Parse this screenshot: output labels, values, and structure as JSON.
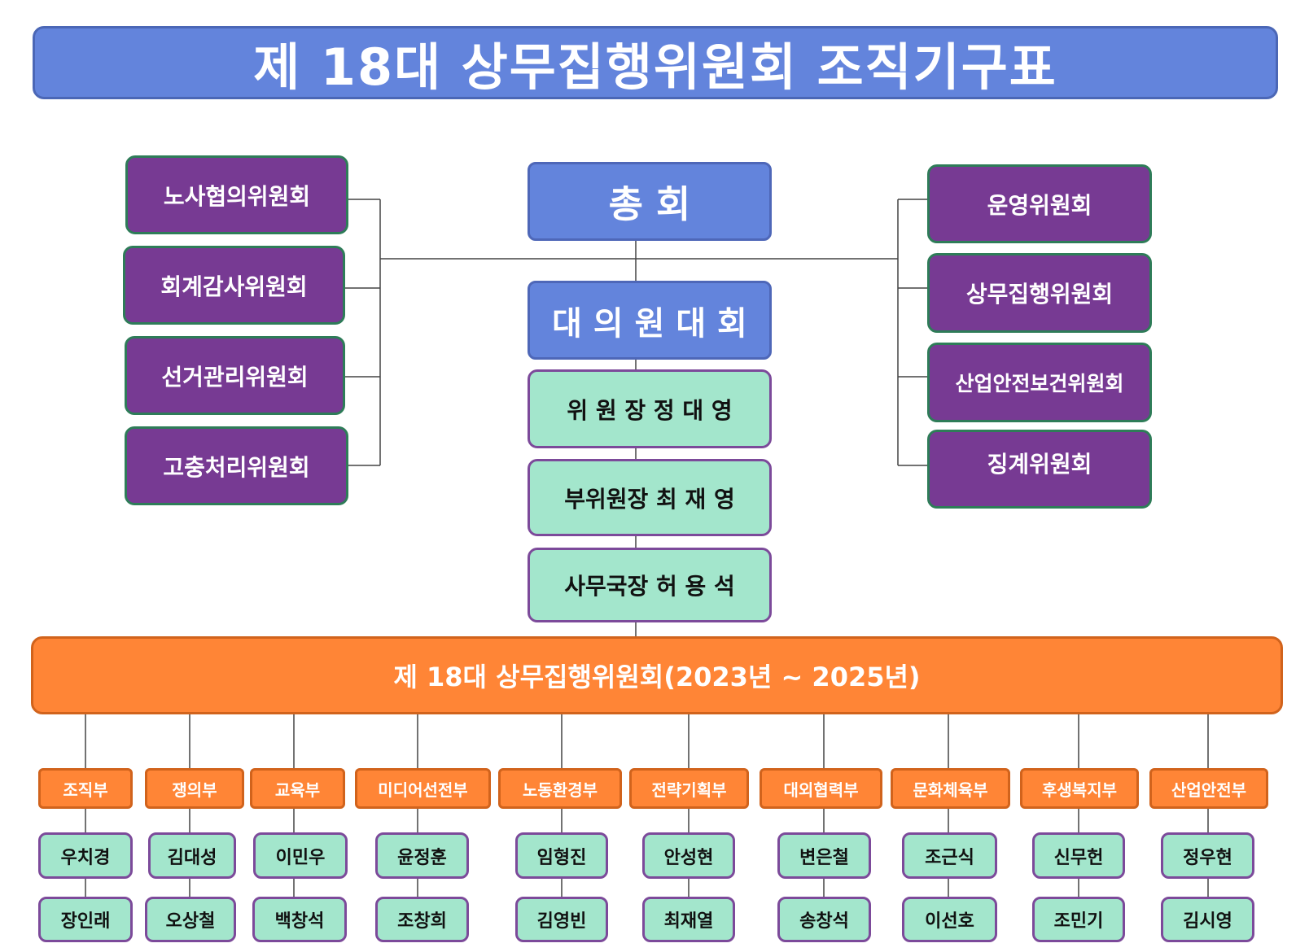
{
  "title": "제 18대 상무집행위원회 조직기구표",
  "central": {
    "general_assembly": "총 회",
    "delegates_assembly": "대 의 원 대 회",
    "chairman": "위 원 장   정 대 영",
    "vice_chairman": "부위원장  최 재 영",
    "secretary_general": "사무국장  허 용 석"
  },
  "left_committees": [
    "노사협의위원회",
    "회계감사위원회",
    "선거관리위원회",
    "고충처리위원회"
  ],
  "right_committees": [
    "운영위원회",
    "상무집행위원회",
    "산업안전보건위원회",
    "징계위원회"
  ],
  "banner": "제 18대 상무집행위원회(2023년 ~ 2025년)",
  "departments": [
    {
      "name": "조직부",
      "members": [
        "우치경",
        "장인래"
      ]
    },
    {
      "name": "쟁의부",
      "members": [
        "김대성",
        "오상철"
      ]
    },
    {
      "name": "교육부",
      "members": [
        "이민우",
        "백창석"
      ]
    },
    {
      "name": "미디어선전부",
      "members": [
        "윤정훈",
        "조창희"
      ]
    },
    {
      "name": "노동환경부",
      "members": [
        "임형진",
        "김영빈"
      ]
    },
    {
      "name": "전략기획부",
      "members": [
        "안성현",
        "최재열"
      ]
    },
    {
      "name": "대외협력부",
      "members": [
        "변은철",
        "송창석"
      ]
    },
    {
      "name": "문화체육부",
      "members": [
        "조근식",
        "이선호"
      ]
    },
    {
      "name": "후생복지부",
      "members": [
        "신무헌",
        "조민기"
      ]
    },
    {
      "name": "산업안전부",
      "members": [
        "정우현",
        "김시영"
      ]
    }
  ],
  "colors": {
    "header_blue": "#6384dc",
    "committee_purple": "#773a93",
    "officer_mint": "#a3e6cc",
    "banner_orange": "#ff8536"
  }
}
